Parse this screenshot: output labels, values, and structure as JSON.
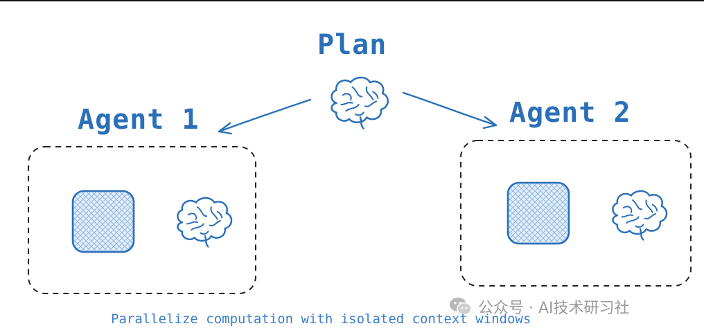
{
  "diagram": {
    "plan_label": "Plan",
    "agent1_label": "Agent 1",
    "agent2_label": "Agent 2",
    "caption": "Parallelize computation with isolated context windows"
  },
  "watermark": {
    "text": "公众号 · AI技术研习社"
  },
  "colors": {
    "accent": "#2a6fb8",
    "caption": "#3a7dc9",
    "box_border": "#222222",
    "hatch_fill": "#dbe9f8"
  },
  "icons": {
    "plan": "brain-icon",
    "agent1_tool": "context-block-icon",
    "agent1_brain": "brain-icon",
    "agent2_tool": "context-block-icon",
    "agent2_brain": "brain-icon",
    "watermark": "wechat-icon"
  }
}
